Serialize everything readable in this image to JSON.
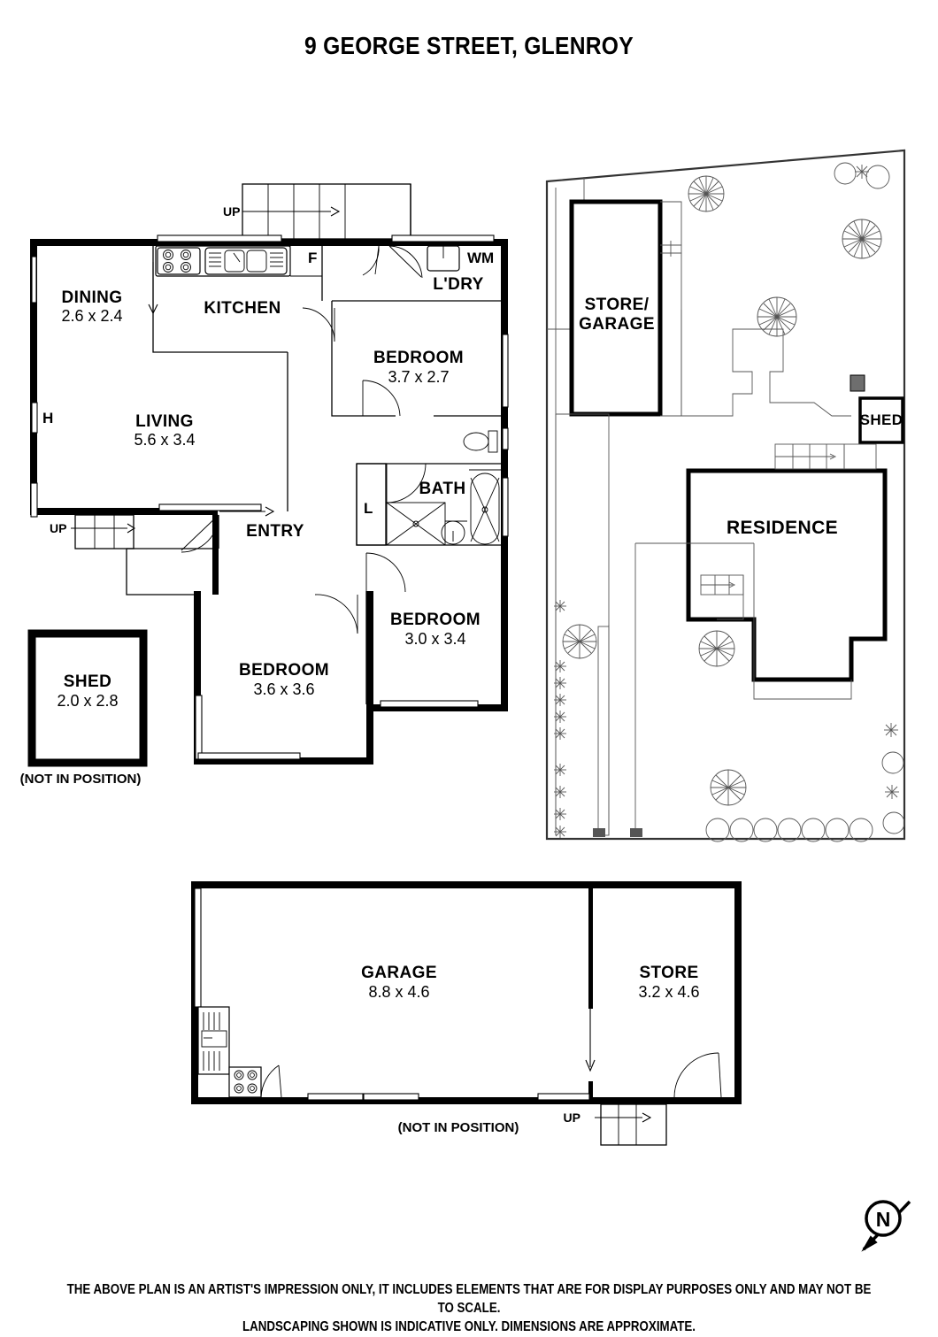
{
  "header": {
    "title": "9 GEORGE STREET, GLENROY"
  },
  "footer": {
    "line1": "THE ABOVE PLAN IS AN ARTIST'S IMPRESSION ONLY, IT INCLUDES ELEMENTS THAT ARE FOR DISPLAY PURPOSES ONLY AND MAY NOT BE TO SCALE.",
    "line2": "LANDSCAPING SHOWN IS INDICATIVE ONLY. DIMENSIONS ARE APPROXIMATE."
  },
  "floorplan": {
    "rooms": [
      {
        "name": "DINING",
        "dim": "2.6 x 2.4"
      },
      {
        "name": "KITCHEN",
        "dim": ""
      },
      {
        "name": "LIVING",
        "dim": "5.6 x 3.4"
      },
      {
        "name": "L'DRY",
        "dim": ""
      },
      {
        "name": "BEDROOM",
        "dim": "3.7 x 2.7"
      },
      {
        "name": "BATH",
        "dim": ""
      },
      {
        "name": "ENTRY",
        "dim": ""
      },
      {
        "name": "BEDROOM",
        "dim": "3.0 x 3.4"
      },
      {
        "name": "BEDROOM",
        "dim": "3.6 x 3.6"
      },
      {
        "name": "SHED",
        "dim": "2.0 x 2.8"
      }
    ],
    "markers": {
      "fridge": "F",
      "washing_machine": "WM",
      "heater": "H",
      "linen": "L",
      "up_stairs_1": "UP",
      "up_stairs_2": "UP"
    },
    "shed_note": "(NOT IN POSITION)"
  },
  "siteplan": {
    "labels": {
      "store_garage_line1": "STORE/",
      "store_garage_line2": "GARAGE",
      "residence": "RESIDENCE",
      "shed": "SHED"
    }
  },
  "garageplan": {
    "rooms": [
      {
        "name": "GARAGE",
        "dim": "8.8 x 4.6"
      },
      {
        "name": "STORE",
        "dim": "3.2 x 4.6"
      }
    ],
    "note": "(NOT IN POSITION)",
    "up_label": "UP"
  },
  "compass": {
    "north_label": "N"
  }
}
